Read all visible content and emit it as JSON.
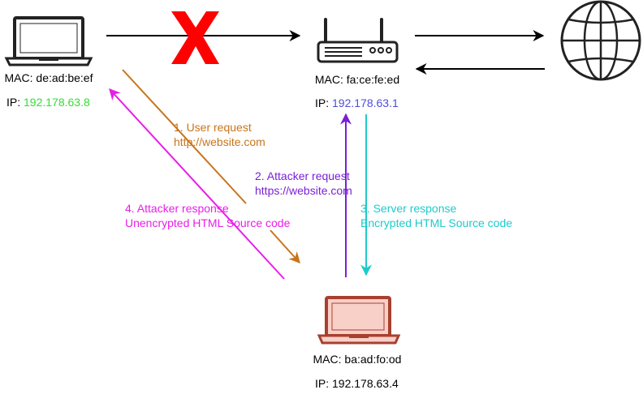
{
  "nodes": {
    "victim": {
      "icon": "laptop-icon",
      "mac_label": "MAC: de:ad:be:ef",
      "ip_prefix": "IP: ",
      "ip_value": "192.178.63.8",
      "ip_color": "#33dd33"
    },
    "router": {
      "icon": "router-icon",
      "mac_label": "MAC: fa:ce:fe:ed",
      "ip_prefix": "IP: ",
      "ip_value": "192.178.63.1",
      "ip_color": "#4d4ddb"
    },
    "internet": {
      "icon": "globe-icon"
    },
    "attacker": {
      "icon": "laptop-icon",
      "mac_label": "MAC: ba:ad:fo:od",
      "ip_prefix": "IP: ",
      "ip_value": "192.178.63.4",
      "ip_color": "#000000"
    }
  },
  "blocked_marker": "cross-icon",
  "steps": [
    {
      "line1": "1. User request",
      "line2": "http://website.com",
      "color": "#c8741a"
    },
    {
      "line1": "2. Attacker request",
      "line2": "https://website.com",
      "color": "#7a1fd6"
    },
    {
      "line1": "3. Server response",
      "line2": "Encrypted HTML Source code",
      "color": "#1ecbcb"
    },
    {
      "line1": "4. Attacker response",
      "line2": "Unencrypted HTML Source code",
      "color": "#e81ee8"
    }
  ],
  "colors": {
    "attacker_laptop_fill": "#f8d0c8",
    "attacker_laptop_stroke": "#a84030",
    "blocked": "#ff0000",
    "default_arrow": "#000000"
  }
}
